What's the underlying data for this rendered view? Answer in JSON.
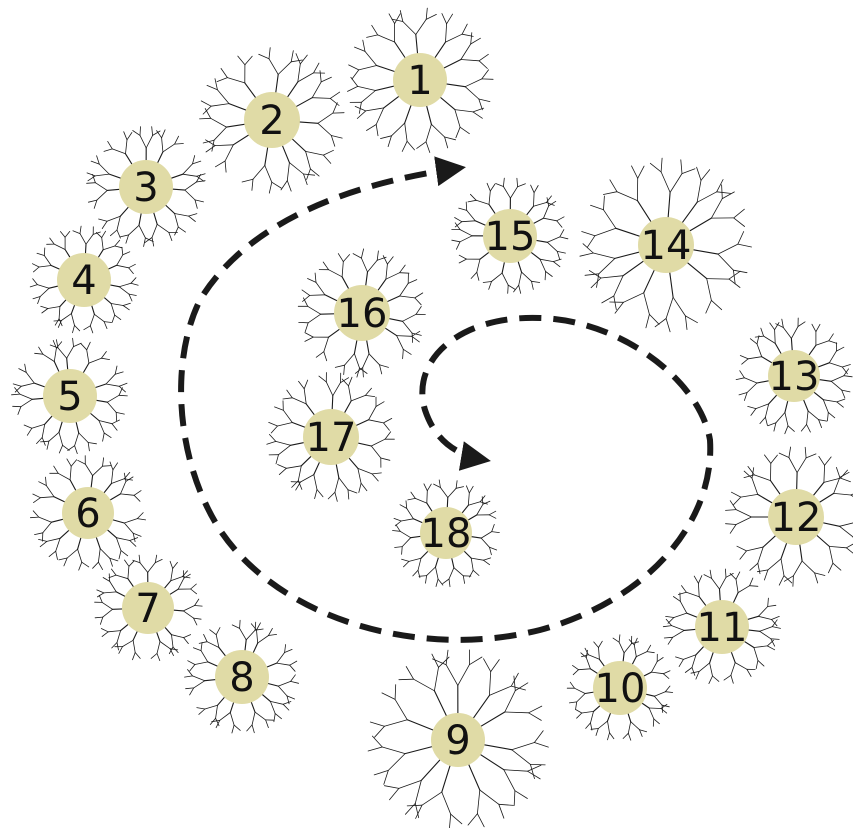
{
  "colors": {
    "badge": "#e0dba6",
    "branch": "#1a1a1a",
    "path": "#1a1a1a",
    "background": "#ffffff"
  },
  "trees": [
    {
      "label": "1"
    },
    {
      "label": "2"
    },
    {
      "label": "3"
    },
    {
      "label": "4"
    },
    {
      "label": "5"
    },
    {
      "label": "6"
    },
    {
      "label": "7"
    },
    {
      "label": "8"
    },
    {
      "label": "9"
    },
    {
      "label": "10"
    },
    {
      "label": "11"
    },
    {
      "label": "12"
    },
    {
      "label": "13"
    },
    {
      "label": "14"
    },
    {
      "label": "15"
    },
    {
      "label": "16"
    },
    {
      "label": "17"
    },
    {
      "label": "18"
    }
  ]
}
